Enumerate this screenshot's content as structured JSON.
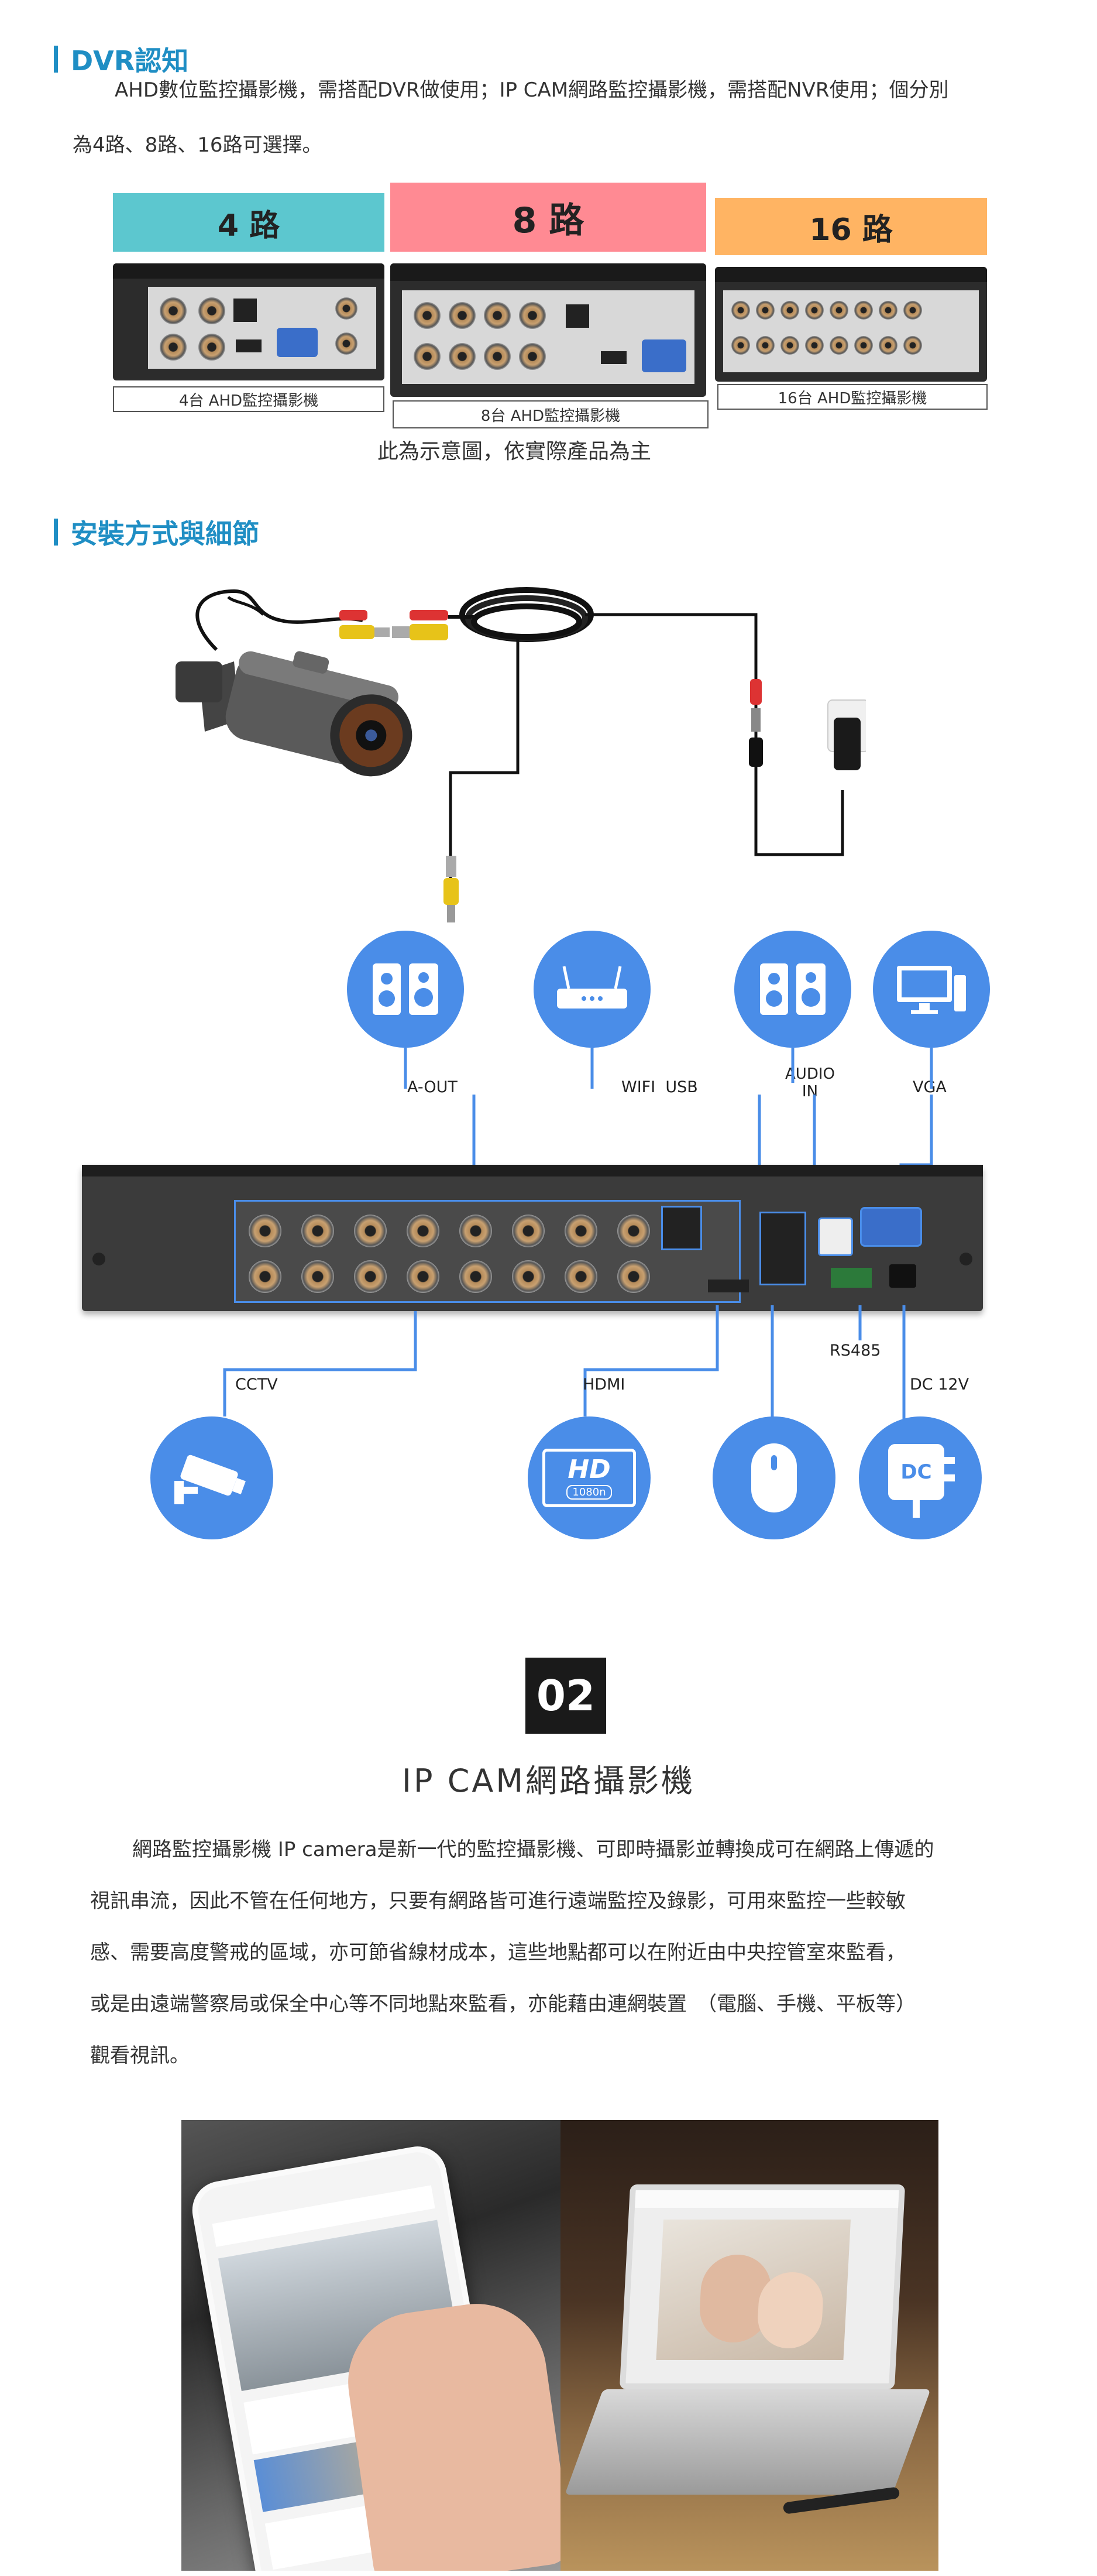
{
  "dvr_section": {
    "title": "DVR認知",
    "paragraph_line1": "AHD數位監控攝影機，需搭配DVR做使用；IP CAM網路監控攝影機，需搭配NVR使用；個分別",
    "paragraph_line2": "為4路、8路、16路可選擇。",
    "channels": [
      {
        "label": "4 路",
        "caption": "4台 AHD監控攝影機"
      },
      {
        "label": "8 路",
        "caption": "8台 AHD監控攝影機"
      },
      {
        "label": "16 路",
        "caption": "16台 AHD監控攝影機"
      }
    ],
    "note": "此為示意圖，依實際產品為主"
  },
  "install_section": {
    "title": "安裝方式與細節"
  },
  "ports": {
    "aout": "A-OUT",
    "wifi_usb": "WIFI  USB",
    "audio_in": "AUDIO\nIN",
    "vga": "VGA",
    "rs485": "RS485",
    "cctv": "CCTV",
    "hdmi": "HDMI",
    "dc12v": "DC 12V",
    "hd_badge": "HD",
    "hd_sub": "1080n",
    "dc_badge": "DC"
  },
  "ipcam_section": {
    "number": "02",
    "title": "IP CAM網路攝影機",
    "lines": [
      "網路監控攝影機 IP camera是新一代的監控攝影機、可即時攝影並轉換成可在網路上傳遞的",
      "視訊串流，因此不管在任何地方，只要有網路皆可進行遠端監控及錄影，可用來監控一些較敏",
      "感、需要高度警戒的區域，亦可節省線材成本，這些地點都可以在附近由中央控管室來監看，",
      "或是由遠端警察局或保全中心等不同地點來監看，亦能藉由連網裝置　（電腦、手機、平板等）",
      "觀看視訊。"
    ]
  },
  "colors": {
    "accent": "#1f8ec4",
    "ch4": "#5cc7cf",
    "ch8": "#ff8a93",
    "ch16": "#ffb463",
    "port_icon": "#4a8de8"
  }
}
